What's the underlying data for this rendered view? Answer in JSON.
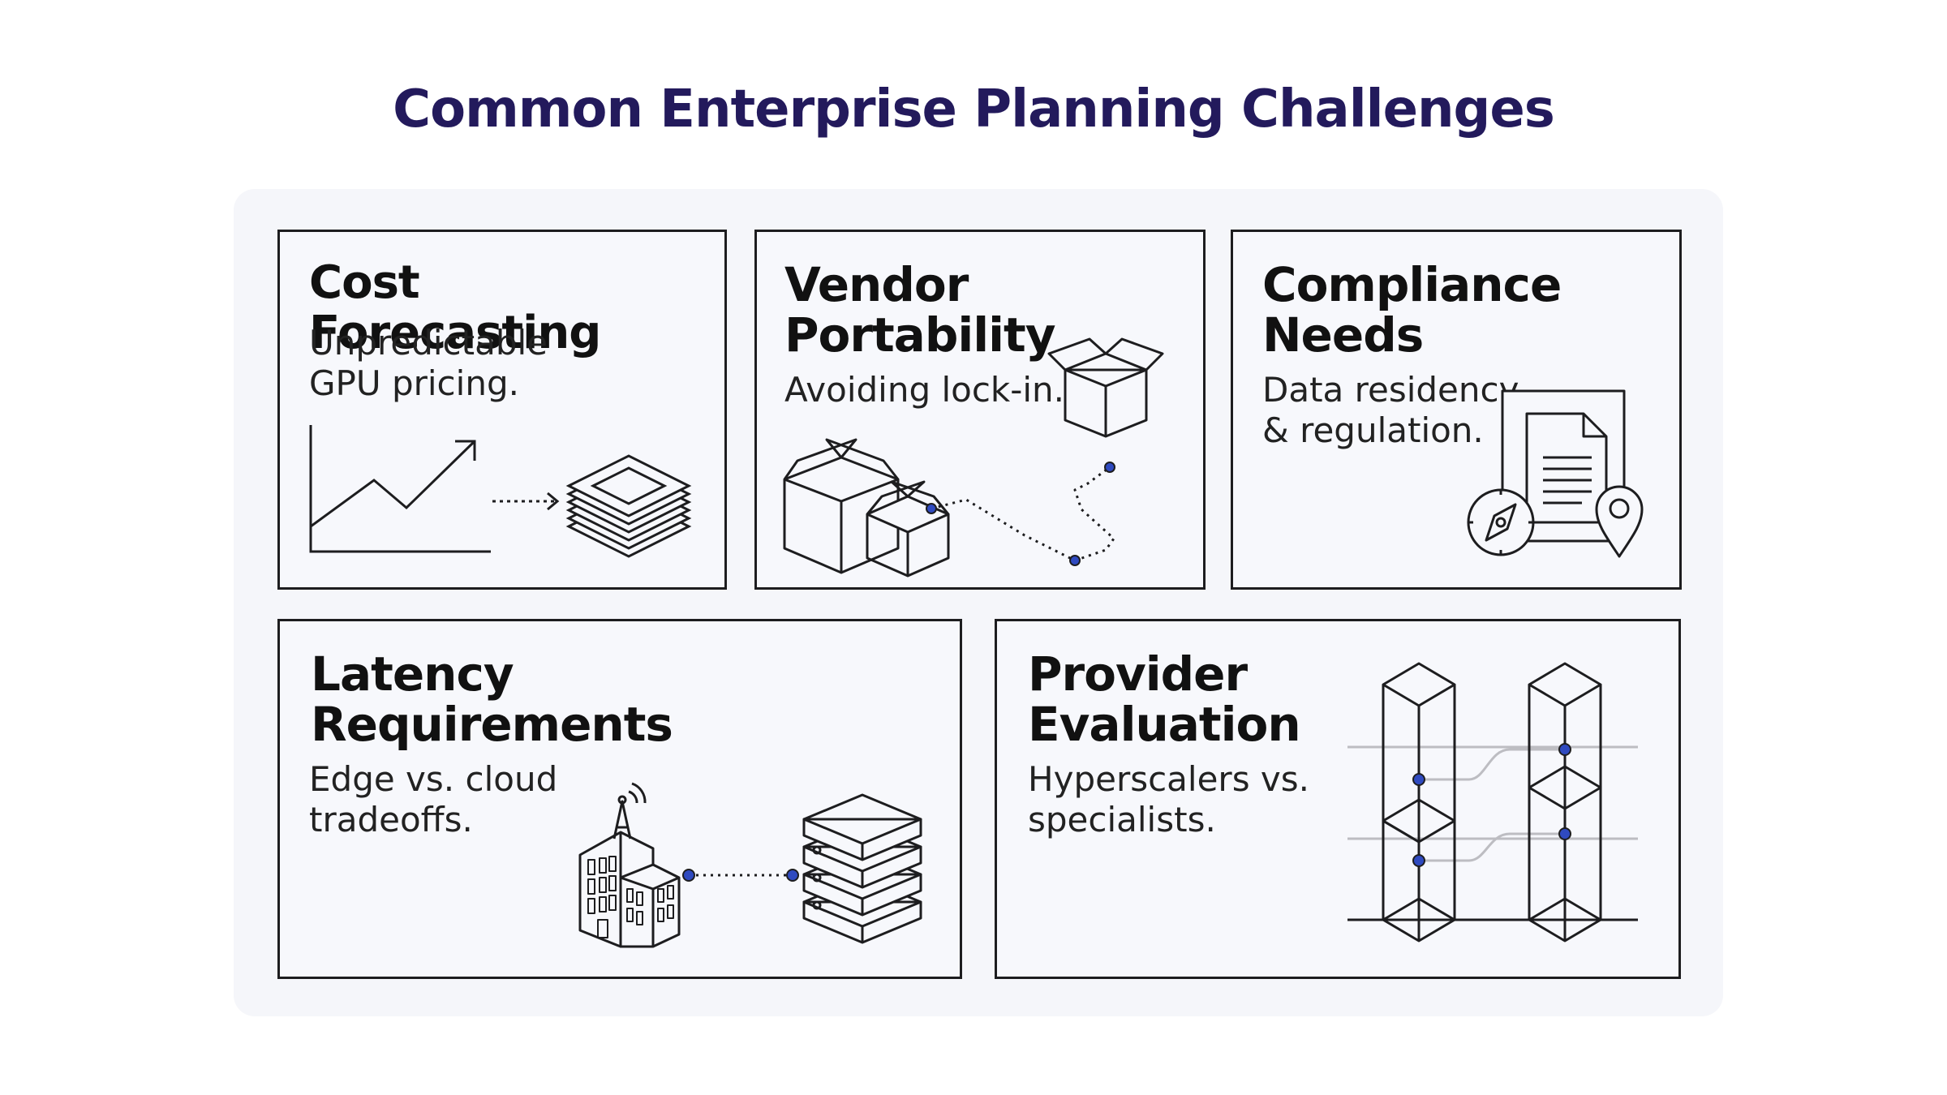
{
  "title": "Common Enterprise Planning Challenges",
  "accent_color": "#2f4ac0",
  "title_color": "#231a5c",
  "cards": [
    {
      "title": "Cost Forecasting",
      "subtitle": "Unpredictable\nGPU pricing.",
      "icon": "rising-chart-to-stacked-layers-icon"
    },
    {
      "title": "Vendor\nPortability",
      "subtitle": "Avoiding lock-in.",
      "icon": "boxes-migration-path-icon"
    },
    {
      "title": "Compliance\nNeeds",
      "subtitle": "Data residency\n& regulation.",
      "icon": "document-compass-location-icon"
    },
    {
      "title": "Latency\nRequirements",
      "subtitle": "Edge vs. cloud\ntradeoffs.",
      "icon": "building-to-server-icon"
    },
    {
      "title": "Provider\nEvaluation",
      "subtitle": "Hyperscalers vs.\nspecialists.",
      "icon": "comparison-towers-icon"
    }
  ]
}
